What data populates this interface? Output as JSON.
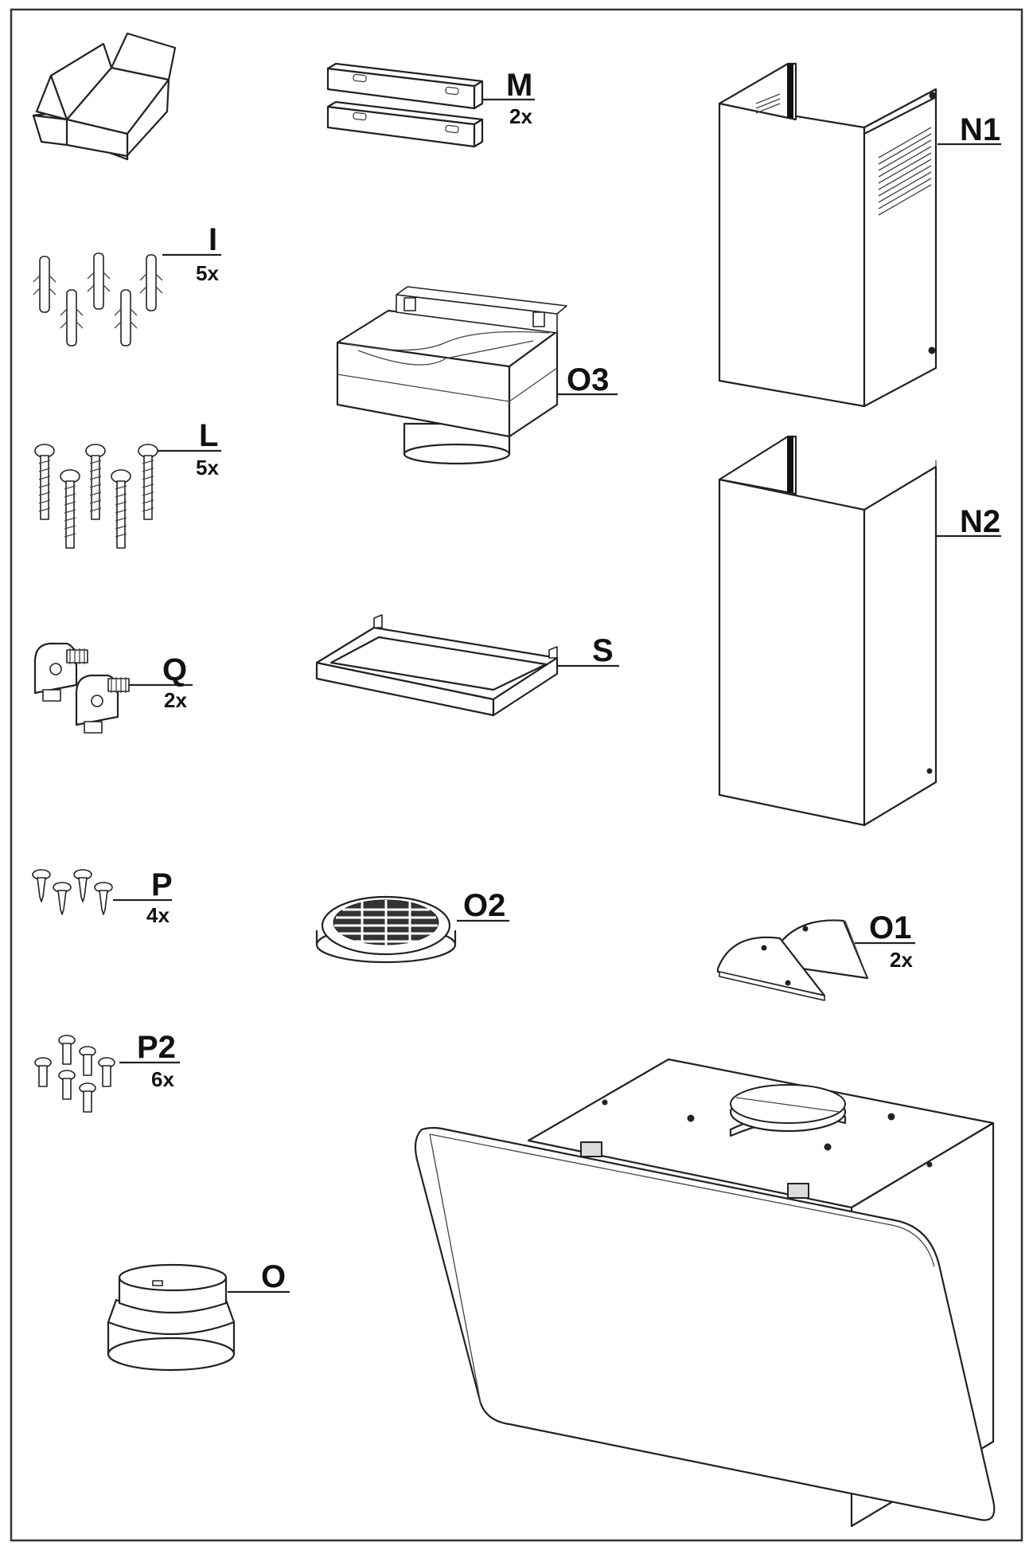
{
  "parts": {
    "box": {},
    "M": {
      "code": "M",
      "qty": "2x"
    },
    "N1": {
      "code": "N1"
    },
    "I": {
      "code": "I",
      "qty": "5x"
    },
    "O3": {
      "code": "O3"
    },
    "L": {
      "code": "L",
      "qty": "5x"
    },
    "N2": {
      "code": "N2"
    },
    "Q": {
      "code": "Q",
      "qty": "2x"
    },
    "S": {
      "code": "S"
    },
    "P": {
      "code": "P",
      "qty": "4x"
    },
    "O2": {
      "code": "O2"
    },
    "O1": {
      "code": "O1",
      "qty": "2x"
    },
    "P2": {
      "code": "P2",
      "qty": "6x"
    },
    "O": {
      "code": "O"
    }
  }
}
